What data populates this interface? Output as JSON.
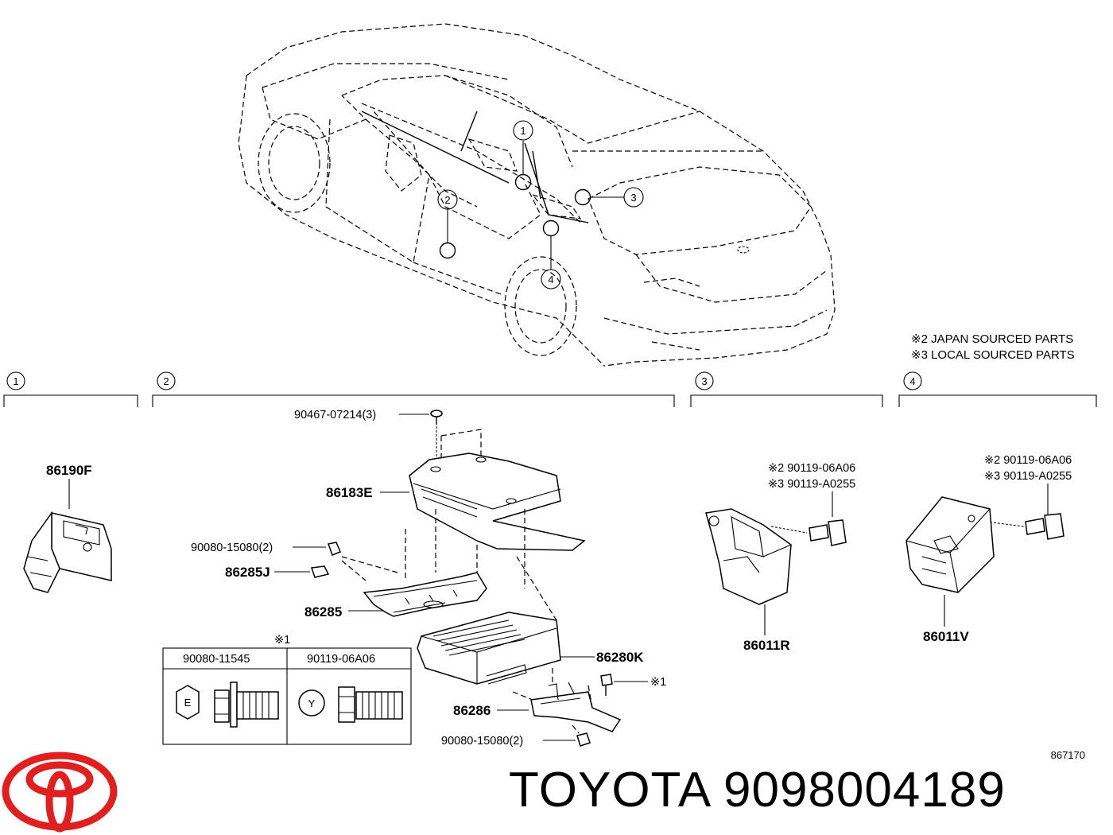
{
  "notes": [
    "※2 JAPAN SOURCED PARTS",
    "※3 LOCAL SOURCED PARTS"
  ],
  "callouts": [
    "1",
    "2",
    "3",
    "4"
  ],
  "section_headers": [
    "1",
    "2",
    "3",
    "4"
  ],
  "parts": {
    "p86190F": "86190F",
    "p86183E": "86183E",
    "p90467": "90467-07214(3)",
    "p90080a": "90080-15080(2)",
    "p86285J": "86285J",
    "p86285": "86285",
    "p86280K": "86280K",
    "p86286": "86286",
    "p90080b": "90080-15080(2)",
    "bolt_mark": "※1",
    "p86011R": "86011R",
    "p86011V": "86011V",
    "r_bolt1": "※2 90119-06A06",
    "r_bolt2": "※3 90119-A0255",
    "v_bolt1": "※2 90119-06A06",
    "v_bolt2": "※3 90119-A0255"
  },
  "bolt_table": {
    "mark": "※1",
    "headers": [
      "90080-11545",
      "90119-06A06"
    ],
    "symbols": [
      "E",
      "Y"
    ]
  },
  "figure_number": "867170",
  "brand": {
    "name": "TOYOTA 9098004189",
    "logo_color": "#e02020"
  }
}
